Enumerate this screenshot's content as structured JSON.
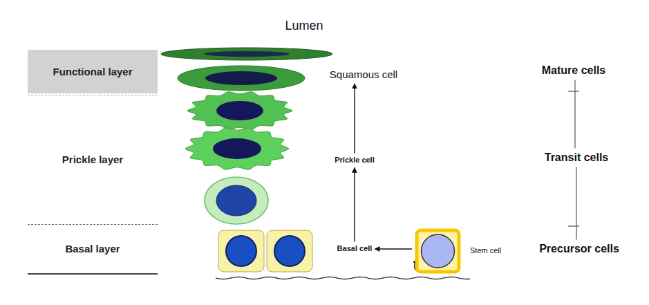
{
  "diagram": {
    "title": "Lumen",
    "nodes": [
      {
        "text": [
          "Functional layer"
        ]
      },
      {
        "text": [
          "Squamous cell"
        ]
      },
      {
        "text": [
          "Mature cells"
        ]
      },
      {
        "text": [
          "Prickle layer"
        ]
      },
      {
        "text": [
          "Prickle cell"
        ]
      },
      {
        "text": [
          "Transit cells"
        ]
      },
      {
        "text": [
          "Basal layer"
        ]
      },
      {
        "text": [
          "Basal cell"
        ]
      },
      {
        "text": [
          "Stem cell"
        ]
      },
      {
        "text": [
          "Precursor cells"
        ]
      }
    ],
    "edges": [
      {
        "from": 7,
        "to": 4,
        "arrow": "to"
      },
      {
        "from": 4,
        "to": 1,
        "arrow": "to"
      },
      {
        "from": 8,
        "to": 7,
        "arrow": "to"
      },
      {
        "from": 2,
        "to": 5,
        "arrow": "none"
      },
      {
        "from": 5,
        "to": 9,
        "arrow": "none"
      }
    ]
  }
}
